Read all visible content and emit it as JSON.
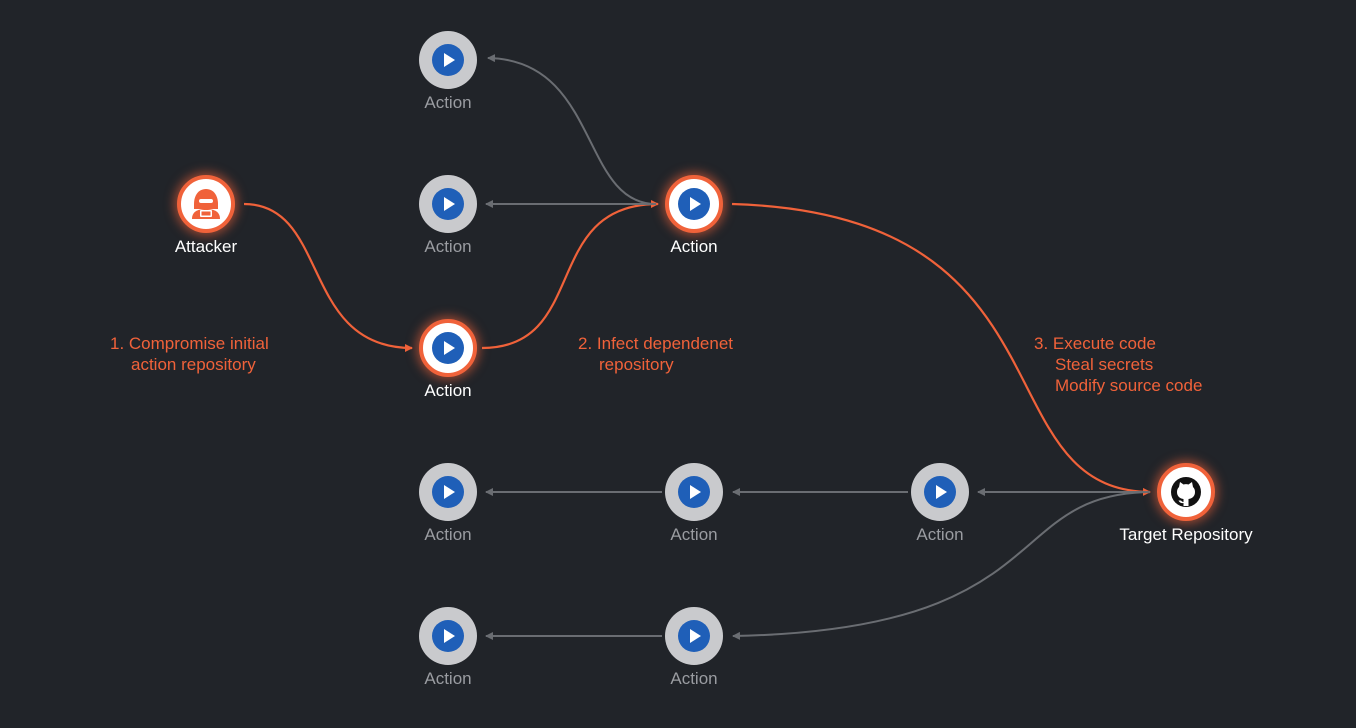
{
  "colors": {
    "background": "#212429",
    "accent": "#f0623a",
    "inactive_node": "#c9cacd",
    "play_button": "#1f5fb8",
    "gray_edge": "#6a6d72"
  },
  "nodes": {
    "attacker": {
      "label": "Attacker",
      "icon": "hacker-icon"
    },
    "action_top": {
      "label": "Action",
      "icon": "play-icon"
    },
    "action_mid_left": {
      "label": "Action",
      "icon": "play-icon"
    },
    "action_center": {
      "label": "Action",
      "icon": "play-icon"
    },
    "action_initial": {
      "label": "Action",
      "icon": "play-icon"
    },
    "action_r4_1": {
      "label": "Action",
      "icon": "play-icon"
    },
    "action_r4_2": {
      "label": "Action",
      "icon": "play-icon"
    },
    "action_r4_3": {
      "label": "Action",
      "icon": "play-icon"
    },
    "target": {
      "label": "Target Repository",
      "icon": "github-icon"
    },
    "action_r5_1": {
      "label": "Action",
      "icon": "play-icon"
    },
    "action_r5_2": {
      "label": "Action",
      "icon": "play-icon"
    }
  },
  "annotations": {
    "step1": {
      "line1": "1. Compromise initial",
      "line2": "action repository"
    },
    "step2": {
      "line1": "2. Infect dependenet",
      "line2": "repository"
    },
    "step3": {
      "line1": "3. Execute code",
      "line2": "Steal secrets",
      "line3": "Modify source code"
    }
  }
}
